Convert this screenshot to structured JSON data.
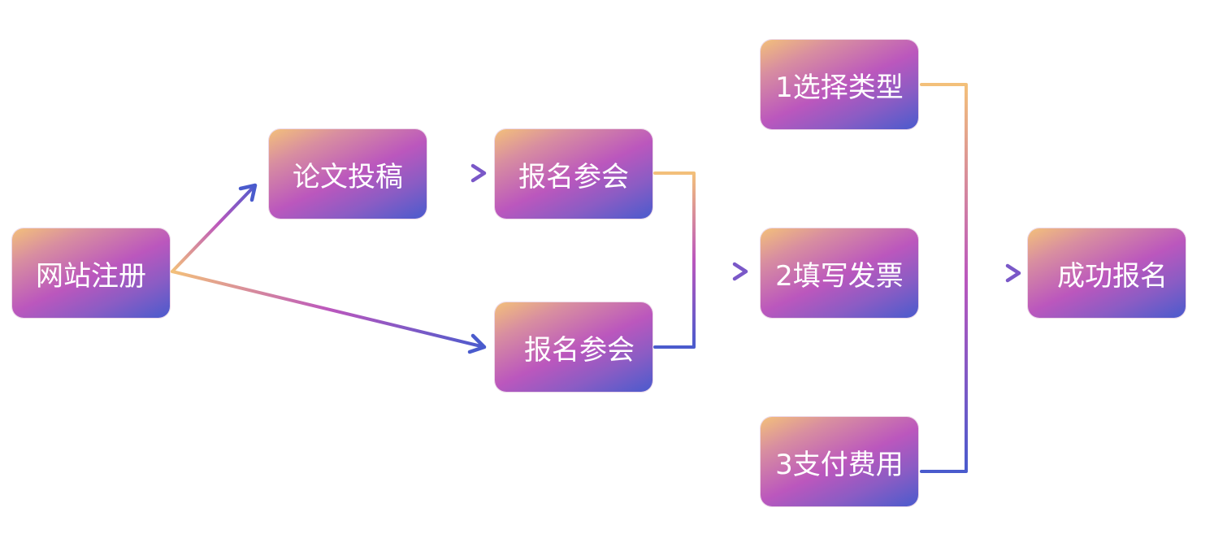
{
  "nodes": {
    "register": {
      "label": "网站注册"
    },
    "submit_paper": {
      "label": "论文投稿"
    },
    "signup_top": {
      "label": "报名参会"
    },
    "signup_bottom": {
      "label": "报名参会"
    },
    "step1": {
      "label": "1选择类型"
    },
    "step2": {
      "label": "2填写发票"
    },
    "step3": {
      "label": "3支付费用"
    },
    "success": {
      "label": "成功报名"
    }
  },
  "edges": [
    {
      "from": "网站注册",
      "to": "论文投稿"
    },
    {
      "from": "网站注册",
      "to": "报名参会"
    },
    {
      "from": "论文投稿",
      "to": "报名参会"
    },
    {
      "from": "报名参会",
      "to": "2填写发票"
    },
    {
      "from": "1选择类型",
      "to": "成功报名"
    },
    {
      "from": "2填写发票",
      "to": "成功报名"
    },
    {
      "from": "3支付费用",
      "to": "成功报名"
    }
  ],
  "colors": {
    "gradient_start": "#f3c07a",
    "gradient_mid": "#bb57bd",
    "gradient_end": "#4a5bcd",
    "text": "#ffffff"
  }
}
